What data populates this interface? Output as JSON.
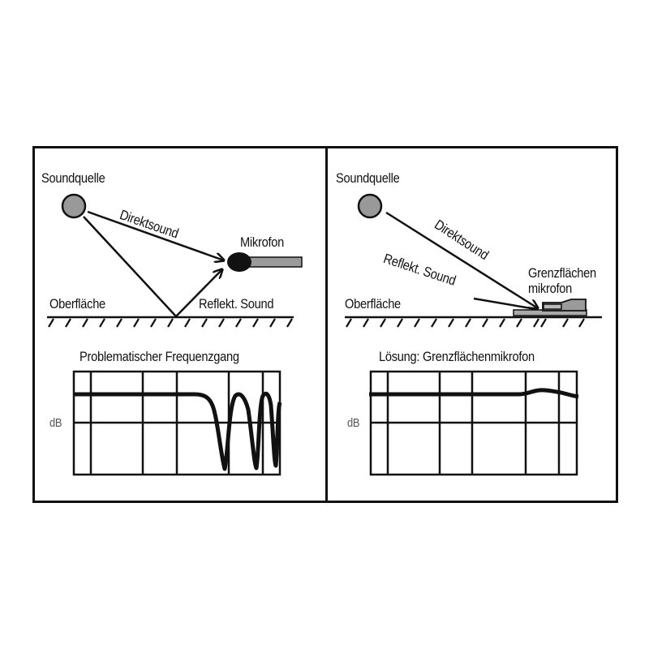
{
  "left_panel": {
    "source_label": "Soundquelle",
    "direct_label": "Direktsound",
    "mic_label": "Mikrofon",
    "surface_label": "Oberfläche",
    "reflected_label": "Reflekt. Sound",
    "chart_title": "Problematischer Frequenzgang",
    "y_label": "dB"
  },
  "right_panel": {
    "source_label": "Soundquelle",
    "direct_label": "Direktsound",
    "reflected_label": "Reflekt. Sound",
    "mic_label_line1": "Grenzflächen",
    "mic_label_line2": "mikrofon",
    "surface_label": "Oberfläche",
    "chart_title": "Lösung: Grenzflächenmikrofon",
    "y_label": "dB"
  },
  "colors": {
    "line": "#111111",
    "source_fill": "#999999",
    "mic_handle": "#9a9a9a",
    "background": "#ffffff"
  },
  "chart_data": [
    {
      "type": "line",
      "title": "Problematischer Frequenzgang",
      "xlabel": "",
      "ylabel": "dB",
      "grid": true,
      "description": "Flat response that breaks into deep comb-filter notches at high frequencies",
      "x": [
        0,
        0.2,
        0.4,
        0.55,
        0.6,
        0.68,
        0.73,
        0.75,
        0.8,
        0.85,
        0.88,
        0.9,
        0.93,
        0.96,
        1.0
      ],
      "values": [
        0.76,
        0.76,
        0.76,
        0.76,
        0.6,
        0.04,
        0.76,
        0.76,
        0.04,
        0.76,
        0.76,
        0.76,
        0.06,
        0.7,
        0.6
      ]
    },
    {
      "type": "line",
      "title": "Lösung: Grenzflächenmikrofon",
      "xlabel": "",
      "ylabel": "dB",
      "grid": true,
      "description": "Essentially flat response across frequency",
      "x": [
        0,
        0.2,
        0.4,
        0.6,
        0.75,
        0.85,
        0.92,
        1.0
      ],
      "values": [
        0.76,
        0.76,
        0.76,
        0.76,
        0.79,
        0.79,
        0.77,
        0.73
      ]
    }
  ]
}
